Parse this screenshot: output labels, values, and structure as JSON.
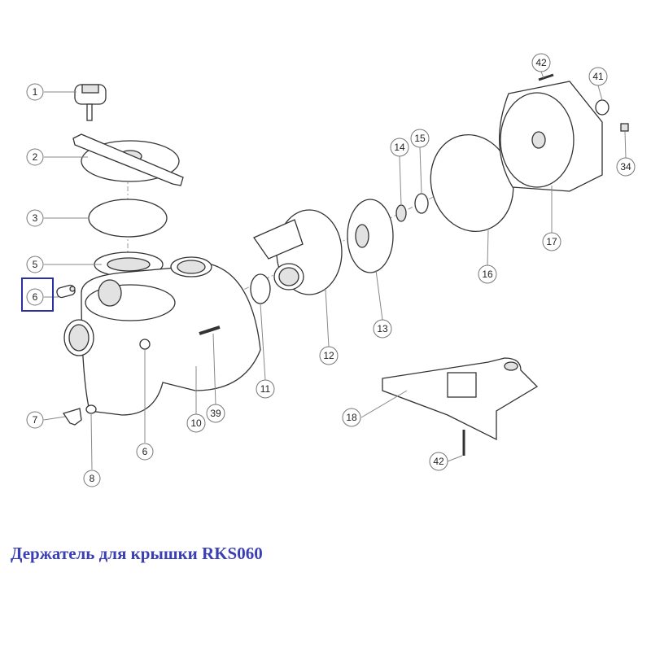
{
  "caption": "Держатель для крышки RKS060",
  "highlight_color": "#2b2fa0",
  "callouts": {
    "c1": "1",
    "c2": "2",
    "c3": "3",
    "c5": "5",
    "c6a": "6",
    "c6b": "6",
    "c7": "7",
    "c8": "8",
    "c10": "10",
    "c39": "39",
    "c11": "11",
    "c12": "12",
    "c13": "13",
    "c14": "14",
    "c15": "15",
    "c16": "16",
    "c17": "17",
    "c18": "18",
    "c42a": "42",
    "c42b": "42",
    "c41": "41",
    "c34": "34"
  }
}
